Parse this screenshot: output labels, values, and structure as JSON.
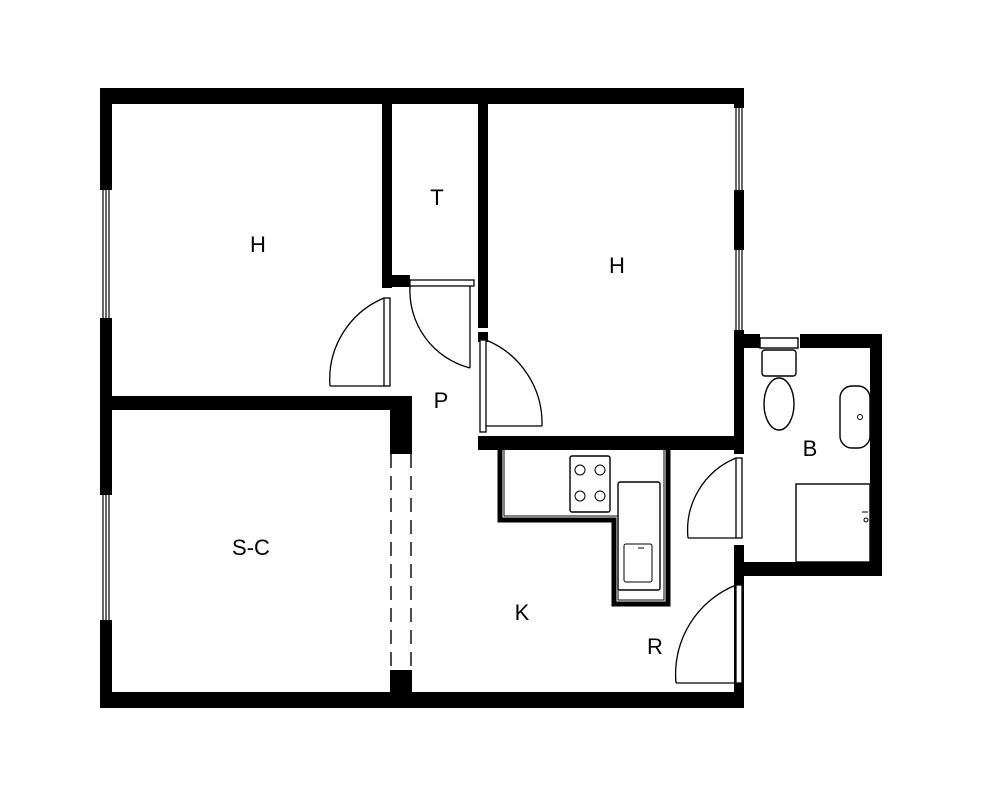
{
  "plan": {
    "rooms": [
      {
        "id": "bedroom-left",
        "label": "H"
      },
      {
        "id": "closet",
        "label": "T"
      },
      {
        "id": "bedroom-right",
        "label": "H"
      },
      {
        "id": "hallway",
        "label": "P"
      },
      {
        "id": "bathroom",
        "label": "B"
      },
      {
        "id": "living-room",
        "label": "S-C"
      },
      {
        "id": "kitchen",
        "label": "K"
      },
      {
        "id": "entrance",
        "label": "R"
      }
    ],
    "colors": {
      "wall": "#000000",
      "background": "#ffffff"
    }
  }
}
